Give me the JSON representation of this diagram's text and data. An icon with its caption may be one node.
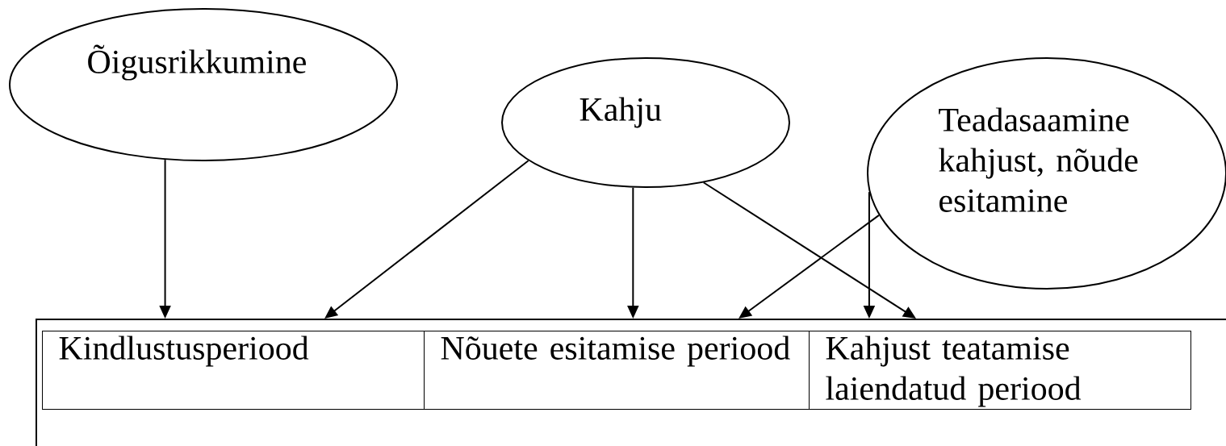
{
  "diagram": {
    "nodes": [
      {
        "text": [
          "Õigusrikkumine"
        ]
      },
      {
        "text": [
          "Kahju"
        ]
      },
      {
        "text": [
          "Teadasaamine kahjust, nõude esitamine"
        ]
      },
      {
        "text": [],
        "shape": "box"
      },
      {
        "text": [
          "Kindlustusperiood"
        ],
        "in": 3
      },
      {
        "text": [
          "Nõuete esitamise periood"
        ],
        "in": 3
      },
      {
        "text": [
          "Kahjust teatamise laiendatud periood"
        ],
        "in": 3
      }
    ],
    "edges": [
      {
        "from": 0,
        "to": 4,
        "arrow": "to"
      },
      {
        "from": 1,
        "to": 4,
        "arrow": "to"
      },
      {
        "from": 1,
        "to": 5,
        "arrow": "to"
      },
      {
        "from": 1,
        "to": 6,
        "arrow": "to"
      },
      {
        "from": 2,
        "to": 5,
        "arrow": "to"
      },
      {
        "from": 2,
        "to": 6,
        "arrow": "to"
      }
    ]
  }
}
